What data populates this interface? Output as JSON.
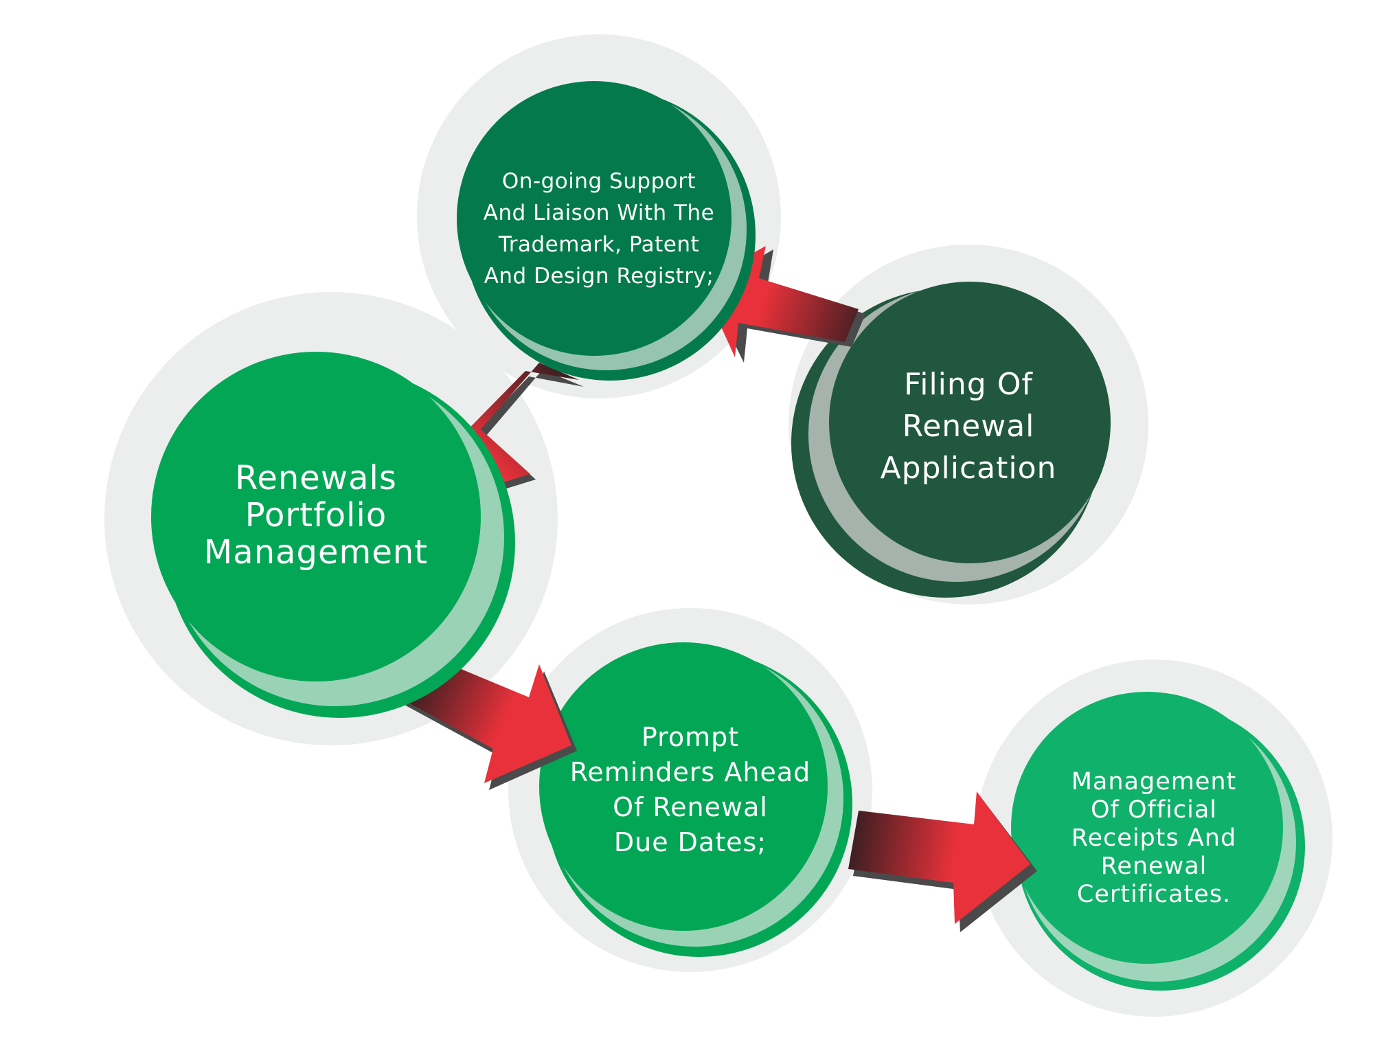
{
  "diagram": {
    "colors": {
      "halo": "#eceeee",
      "arrow_red": "#e8313a",
      "arrow_dark": "#3e1f22",
      "arrow_shadow": "#4a4a4a"
    },
    "nodes": [
      {
        "id": "ongoing-support",
        "text": "On-going Support\nAnd Liaison With The\nTrademark, Patent\nAnd Design Registry;",
        "color": "#047a4c",
        "ring_color": "#97c4b0"
      },
      {
        "id": "filing-renewal",
        "text": "Filing Of\nRenewal\nApplication",
        "color": "#21573e",
        "ring_color": "#a5b3ac"
      },
      {
        "id": "renewals-portfolio",
        "text": "Renewals\nPortfolio\nManagement",
        "color": "#03a655",
        "ring_color": "#9ad2b6"
      },
      {
        "id": "prompt-reminders",
        "text": "Prompt\nReminders Ahead\nOf Renewal\nDue Dates;",
        "color": "#03a655",
        "ring_color": "#9ad2b6"
      },
      {
        "id": "official-receipts",
        "text": "Management\nOf Official\nReceipts And\nRenewal\nCertificates.",
        "color": "#10b16a",
        "ring_color": "#9fd6bb"
      }
    ],
    "connections": [
      {
        "from": "filing-renewal",
        "to": "ongoing-support"
      },
      {
        "from": "ongoing-support",
        "to": "renewals-portfolio"
      },
      {
        "from": "renewals-portfolio",
        "to": "prompt-reminders"
      },
      {
        "from": "prompt-reminders",
        "to": "official-receipts"
      }
    ]
  }
}
